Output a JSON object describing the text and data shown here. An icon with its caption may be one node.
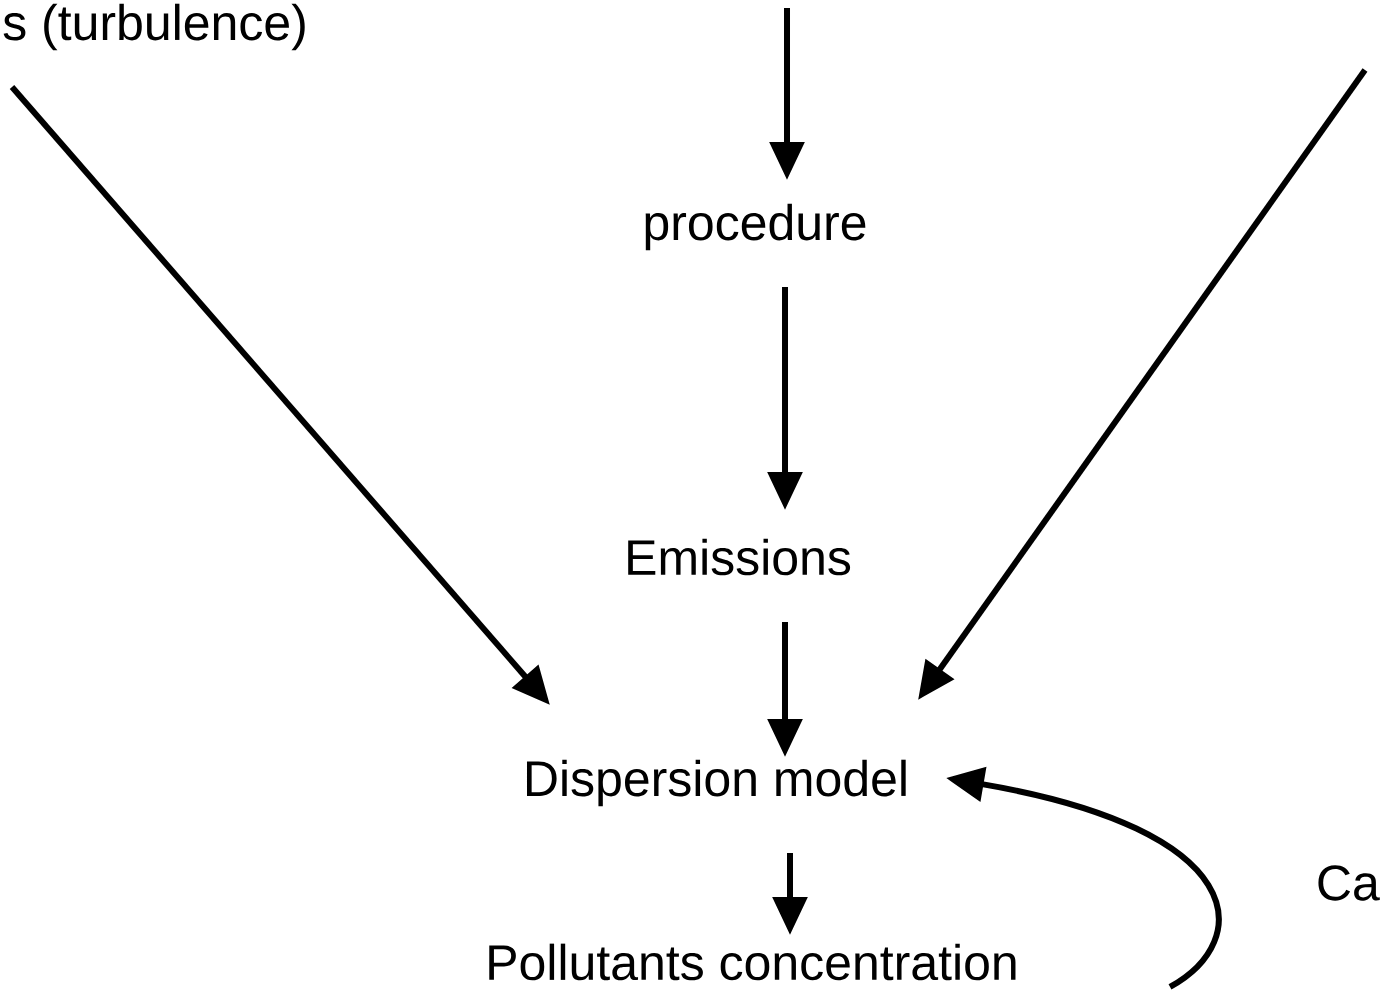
{
  "diagram": {
    "nodes": [
      {
        "text": [
          "s (turbulence)"
        ]
      },
      {
        "text": [
          "procedure"
        ]
      },
      {
        "text": [
          "Emissions"
        ]
      },
      {
        "text": [
          "Dispersion model"
        ]
      },
      {
        "text": [
          "Pollutants concentration"
        ]
      },
      {
        "text": [
          "Ca"
        ]
      }
    ],
    "edges": [
      {
        "from": null,
        "to": 1,
        "arrow": "to"
      },
      {
        "from": 0,
        "to": 3,
        "arrow": "to"
      },
      {
        "from": null,
        "to": 3,
        "arrow": "to"
      },
      {
        "from": 1,
        "to": 2,
        "arrow": "to"
      },
      {
        "from": 2,
        "to": 3,
        "arrow": "to"
      },
      {
        "from": 3,
        "to": 4,
        "arrow": "to"
      },
      {
        "from": null,
        "to": 3,
        "arrow": "to"
      }
    ]
  }
}
